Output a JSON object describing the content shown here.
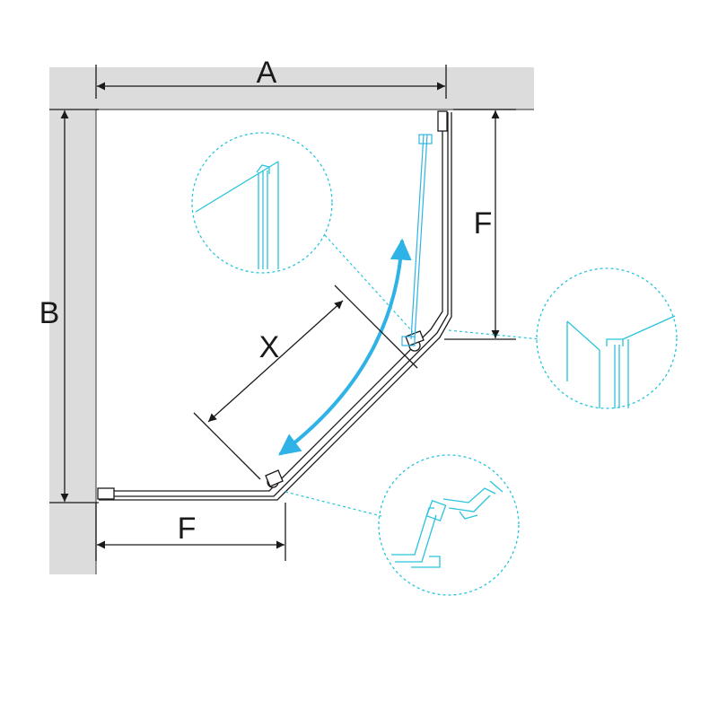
{
  "labels": {
    "width": "A",
    "depth": "B",
    "side_top": "F",
    "side_bottom": "F",
    "opening": "X"
  },
  "colors": {
    "wall": "#dcdcdc",
    "wall_edge": "#8c8c8c",
    "line": "#1a1a1a",
    "accent": "#2fb3e6",
    "detail": "#29c4dc"
  },
  "icons": {
    "door_swing": "curved-double-arrow-icon"
  }
}
